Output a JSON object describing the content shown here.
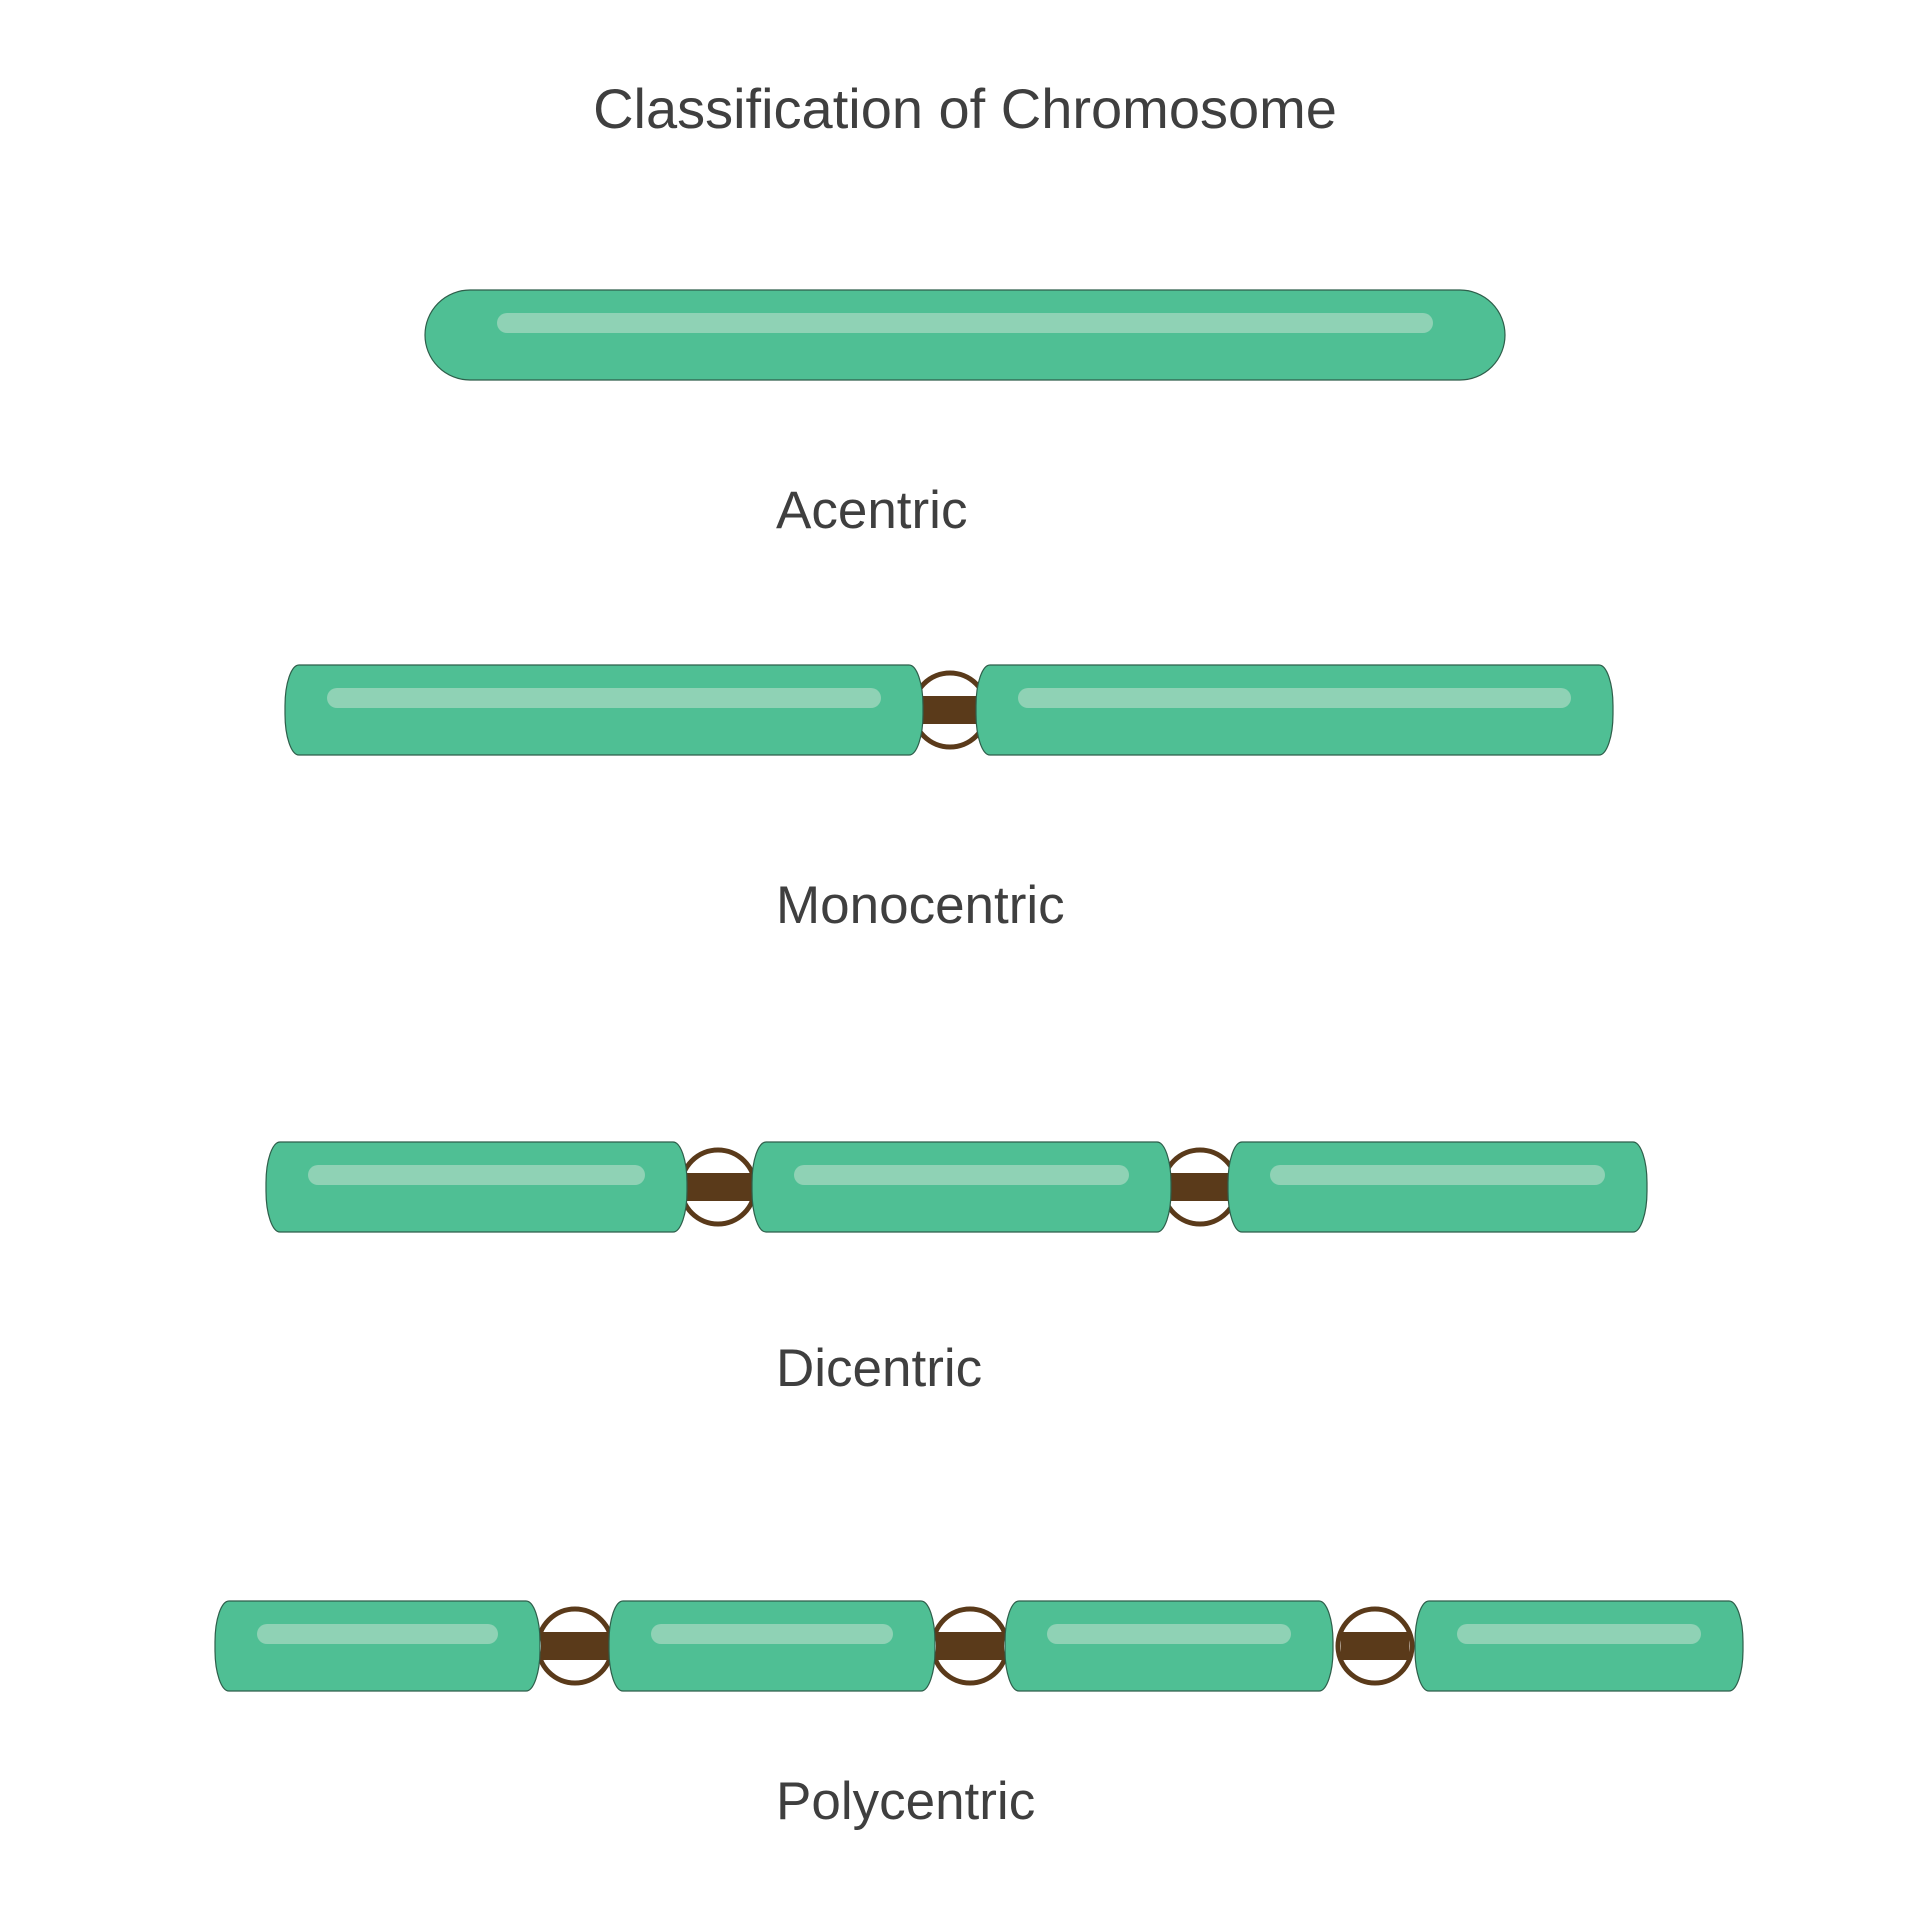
{
  "title": "Classification of Chromosome",
  "colors": {
    "arm_fill": "#4fbf94",
    "arm_highlight": "#8fd2b5",
    "centromere": "#5a3a1a",
    "text": "#3f3f3f"
  },
  "chromosomes": [
    {
      "label": "Acentric",
      "centromeres": 0
    },
    {
      "label": "Monocentric",
      "centromeres": 1
    },
    {
      "label": "Dicentric",
      "centromeres": 2
    },
    {
      "label": "Polycentric",
      "centromeres": 3
    }
  ]
}
